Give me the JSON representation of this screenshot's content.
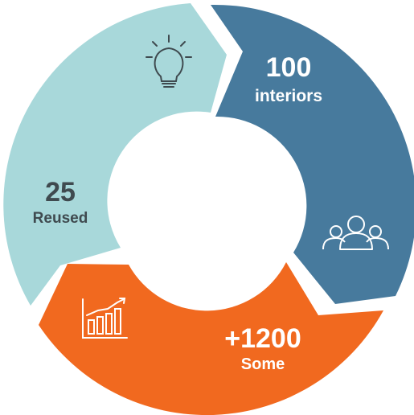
{
  "segments": [
    {
      "id": "reused",
      "value": "25",
      "label": "Reused",
      "color": "#a8d8da",
      "text_color": "#3f4a4f",
      "icon": "lightbulb-icon"
    },
    {
      "id": "interiors",
      "value": "100",
      "label": "interiors",
      "color": "#477a9d",
      "text_color": "#ffffff",
      "icon": "people-group-icon"
    },
    {
      "id": "some",
      "value": "+1200",
      "label": "Some",
      "color": "#f1691f",
      "text_color": "#ffffff",
      "icon": "bar-chart-icon"
    }
  ]
}
